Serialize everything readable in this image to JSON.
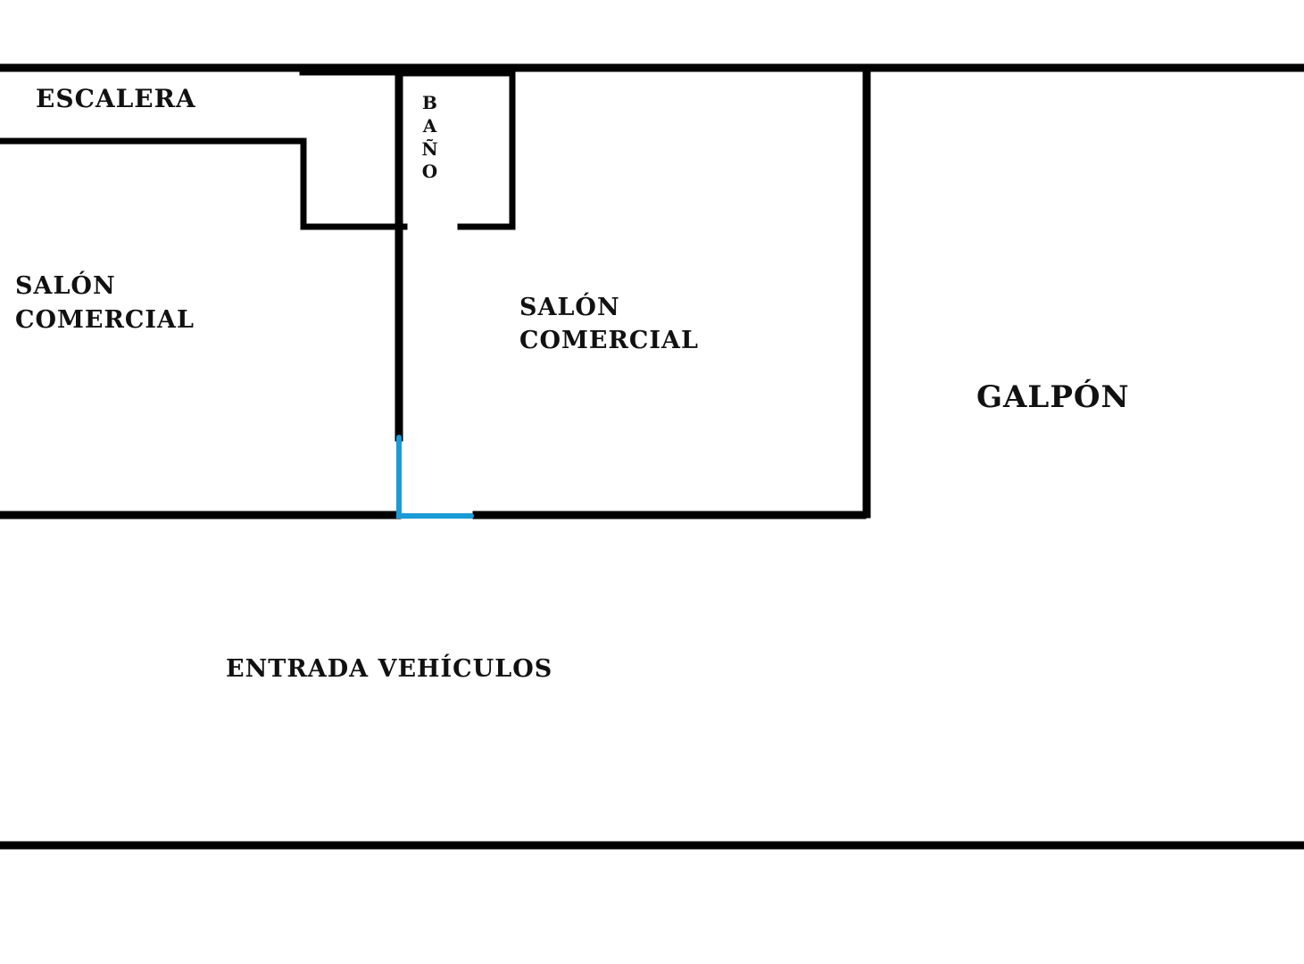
{
  "colors": {
    "background": "#ffffff",
    "walls": "#000000",
    "door": "#1a9bd6",
    "text": "#111111"
  },
  "rooms": {
    "escalera": "ESCALERA",
    "bano_letters": [
      "B",
      "A",
      "Ñ",
      "O"
    ],
    "salon_left_line1": "SALÓN",
    "salon_left_line2": "COMERCIAL",
    "salon_center_line1": "SALÓN",
    "salon_center_line2": "COMERCIAL",
    "galpon": "GALPÓN",
    "entrada": "ENTRADA VEHÍCULOS"
  }
}
